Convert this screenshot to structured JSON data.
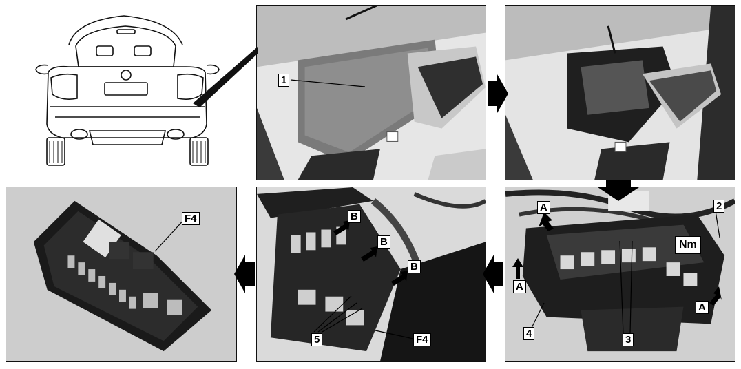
{
  "labels": {
    "p1_1": "1",
    "p3_2": "2",
    "p3_3": "3",
    "p3_4": "4",
    "p3_A1": "A",
    "p3_A2": "A",
    "p3_A3": "A",
    "p3_Nm": "Nm",
    "p4_B1": "B",
    "p4_B2": "B",
    "p4_B3": "B",
    "p4_5": "5",
    "p4_F4": "F4",
    "p5_F4": "F4"
  },
  "colors": {
    "photo_light": "#d9d9d9",
    "photo_dark": "#2a2a2a",
    "panel_bg": "#cfcfcf",
    "arrow": "#000000"
  },
  "icons": [
    "next-step-arrow-right",
    "next-step-arrow-down",
    "next-step-arrow-left",
    "release-arrow"
  ]
}
